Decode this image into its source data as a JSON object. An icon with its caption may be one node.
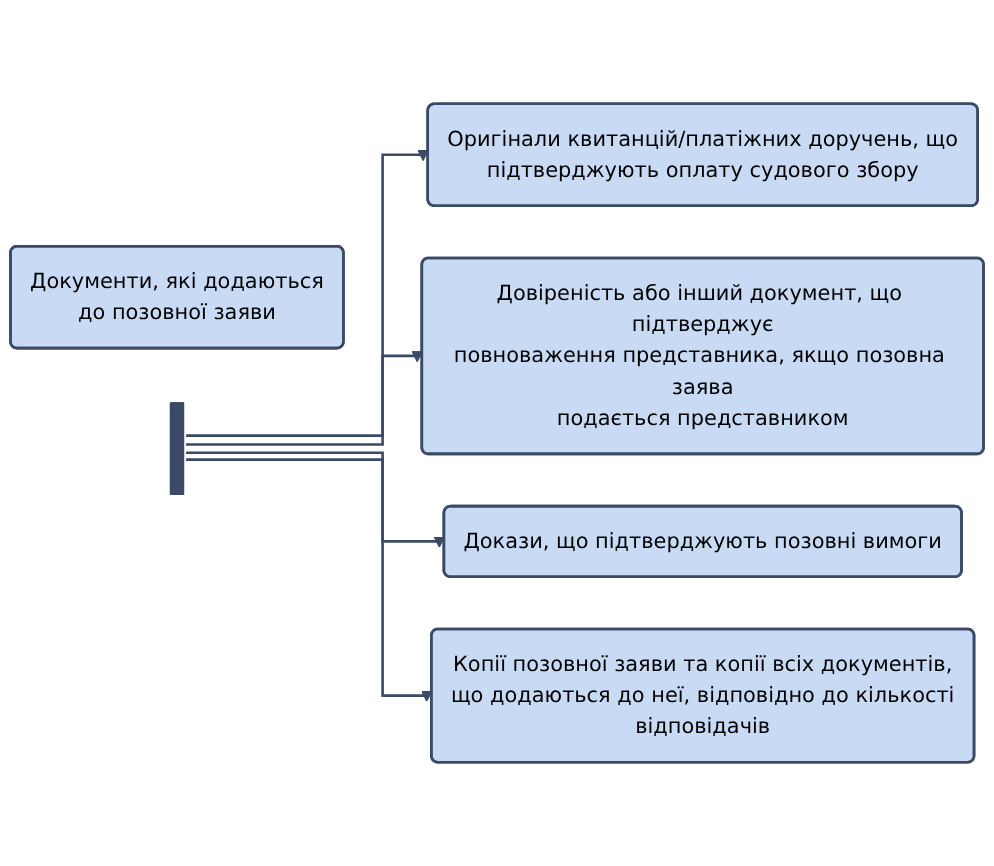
{
  "diagram": {
    "nodes": [
      {
        "text": [
          "Документи, які додаються до позовної заяви"
        ]
      },
      {
        "text": [
          "Оригінали квитанцій/платіжних доручень, що підтверджують оплату судового збору"
        ]
      },
      {
        "text": [
          "Довіреність або інший документ, що підтверджує повноваження представника, якщо позовна заява подається представником"
        ]
      },
      {
        "text": [
          "Докази, що підтверджують позовні вимоги"
        ]
      },
      {
        "text": [
          "Копії позовної заяви та копії всіх документів, що додаються до неї, відповідно до кількості відповідачів"
        ]
      },
      {
        "text": [],
        "shape": "bar"
      }
    ],
    "edges": [
      {
        "from": 5,
        "to": 1,
        "arrow": "to"
      },
      {
        "from": 5,
        "to": 2,
        "arrow": "to"
      },
      {
        "from": 5,
        "to": 3,
        "arrow": "to"
      },
      {
        "from": 5,
        "to": 4,
        "arrow": "to"
      }
    ]
  }
}
